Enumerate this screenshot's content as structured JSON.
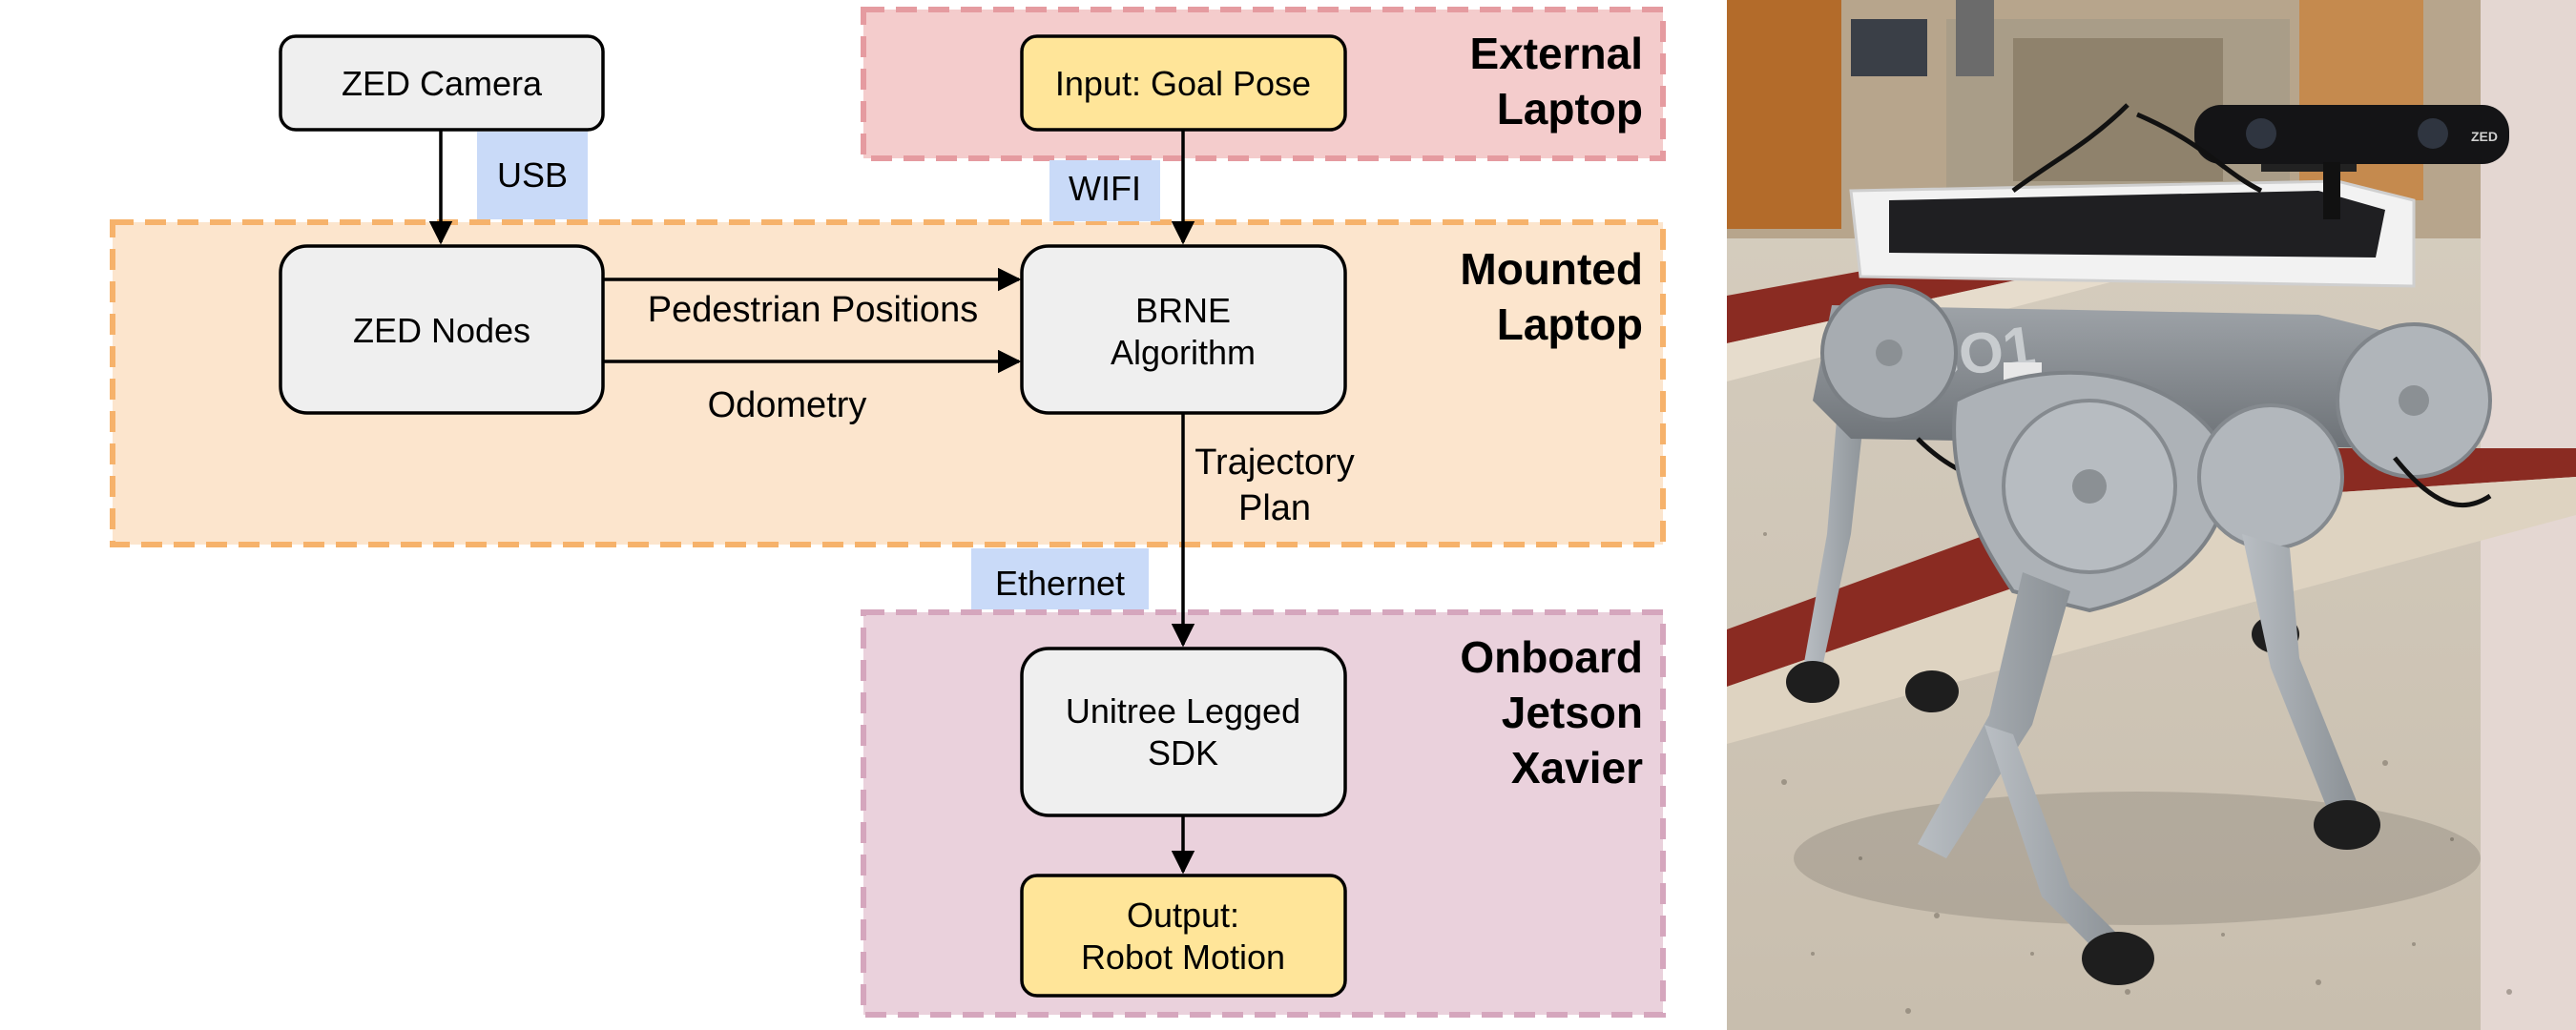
{
  "regions": {
    "external": {
      "title_line1": "External",
      "title_line2": "Laptop"
    },
    "mounted": {
      "title_line1": "Mounted",
      "title_line2": "Laptop"
    },
    "onboard": {
      "title_line1": "Onboard",
      "title_line2": "Jetson",
      "title_line3": "Xavier"
    }
  },
  "nodes": {
    "zed_camera": "ZED Camera",
    "goal_pose": "Input: Goal Pose",
    "zed_nodes": "ZED Nodes",
    "brne_line1": "BRNE",
    "brne_line2": "Algorithm",
    "unitree_line1": "Unitree Legged",
    "unitree_line2": "SDK",
    "output_line1": "Output:",
    "output_line2": "Robot Motion"
  },
  "edges": {
    "pedestrian_positions": "Pedestrian Positions",
    "odometry": "Odometry",
    "trajectory_line1": "Trajectory",
    "trajectory_line2": "Plan"
  },
  "connections": {
    "usb": "USB",
    "wifi": "WIFI",
    "ethernet": "Ethernet"
  },
  "photo": {
    "robot_label": "GO1",
    "camera_label": "ZED"
  },
  "colors": {
    "external_fill": "#f4cccc",
    "external_border": "#e59ba0",
    "mounted_fill": "#fce5cd",
    "mounted_border": "#f6b26b",
    "onboard_fill": "#ead1dc",
    "onboard_border": "#d5a6bd",
    "node_fill": "#efefef",
    "io_fill": "#ffe599",
    "link_fill": "#c9daf8"
  }
}
